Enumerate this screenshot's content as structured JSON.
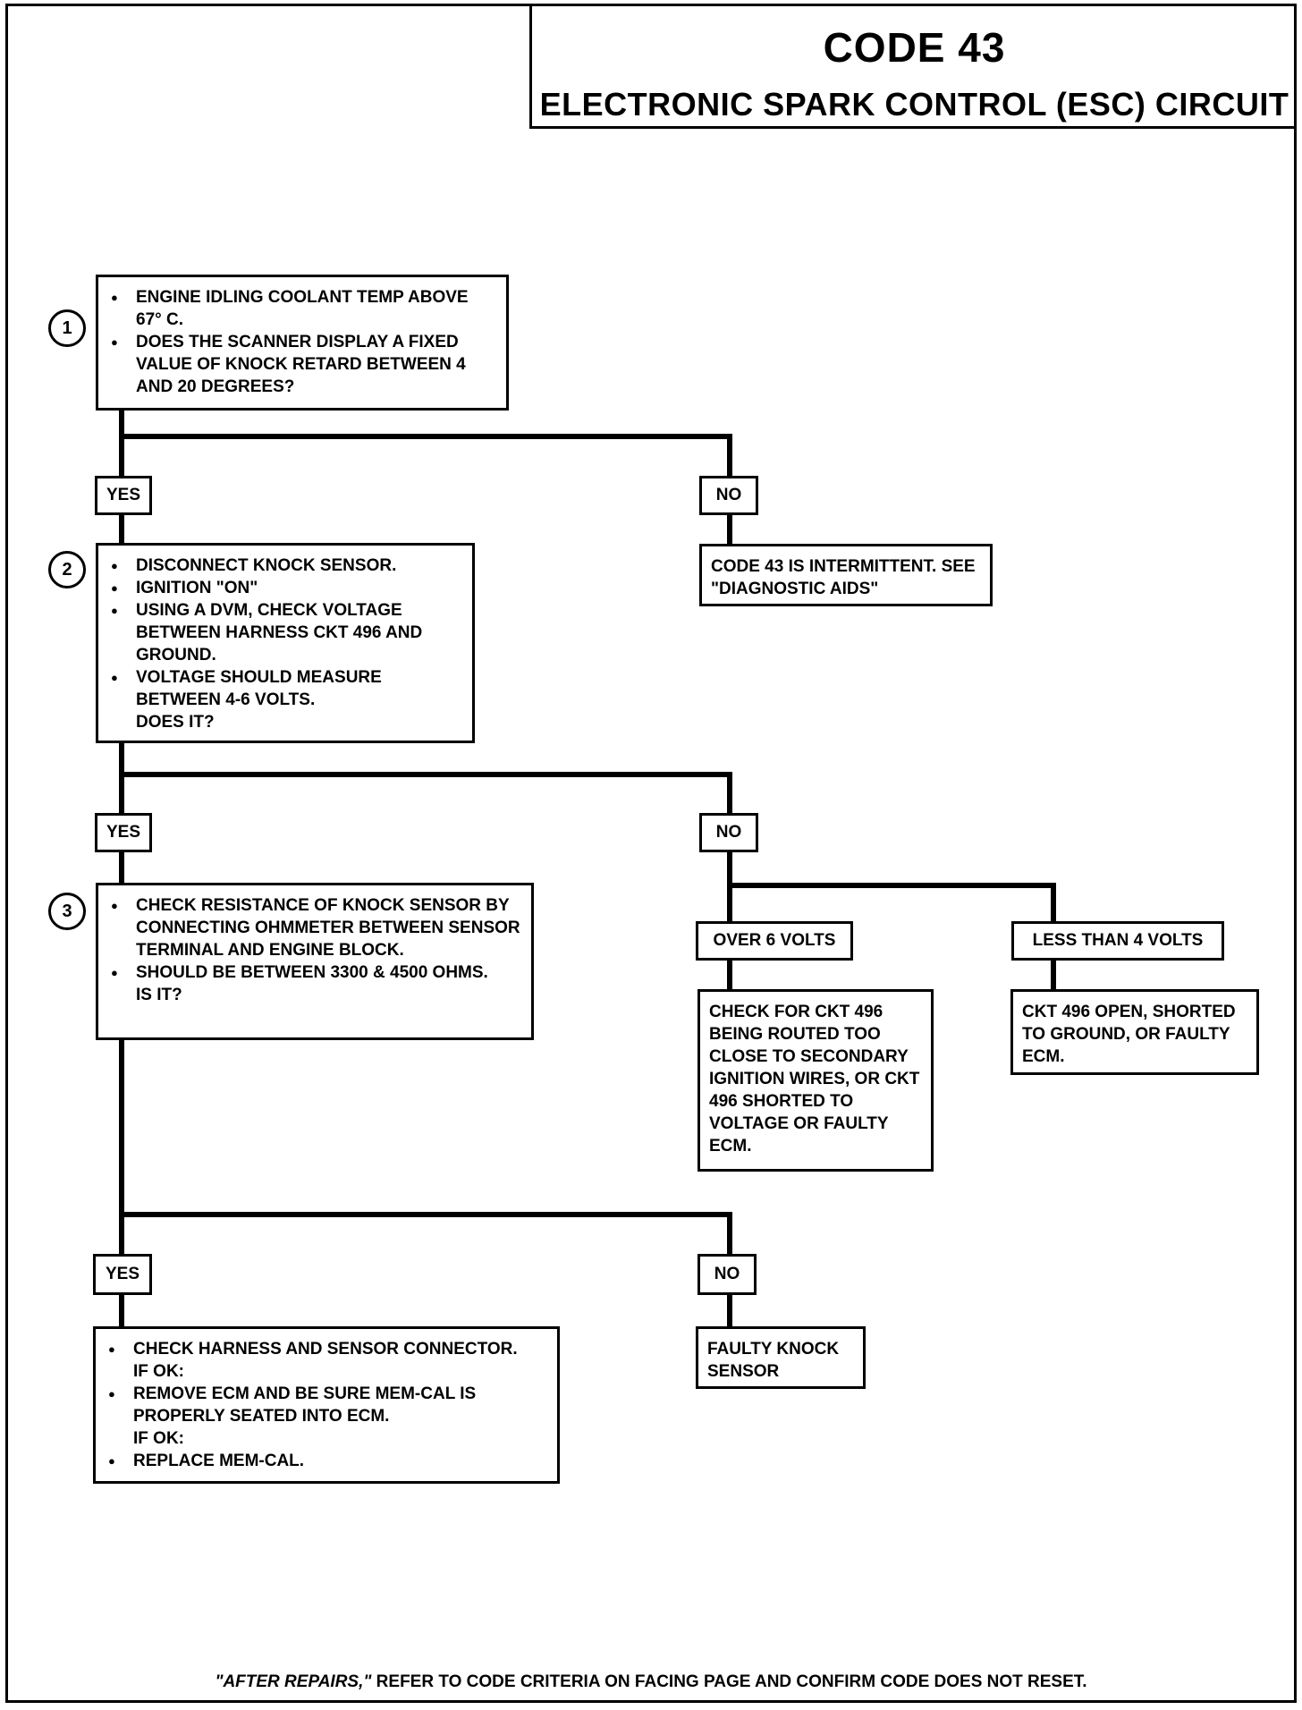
{
  "title": {
    "code": "CODE 43",
    "main": "ELECTRONIC SPARK CONTROL (ESC) CIRCUIT"
  },
  "steps": [
    {
      "number": "1",
      "items": [
        "ENGINE IDLING COOLANT TEMP ABOVE 67° C.",
        "DOES THE SCANNER DISPLAY A FIXED VALUE OF KNOCK RETARD BETWEEN 4 AND 20 DEGREES?"
      ]
    },
    {
      "number": "2",
      "items": [
        "DISCONNECT KNOCK SENSOR.",
        "IGNITION \"ON\"",
        "USING A DVM, CHECK VOLTAGE BETWEEN HARNESS CKT 496 AND GROUND.",
        "VOLTAGE SHOULD MEASURE BETWEEN 4-6 VOLTS."
      ],
      "question": "DOES IT?"
    },
    {
      "number": "3",
      "items": [
        "CHECK RESISTANCE OF KNOCK SENSOR BY CONNECTING OHMMETER BETWEEN SENSOR TERMINAL AND ENGINE BLOCK.",
        "SHOULD BE BETWEEN 3300 & 4500 OHMS."
      ],
      "question": "IS IT?"
    }
  ],
  "labels": {
    "yes": "YES",
    "no": "NO",
    "over6": "OVER 6 VOLTS",
    "less4": "LESS THAN 4 VOLTS"
  },
  "results": {
    "intermittent": "CODE 43 IS INTERMITTENT. SEE \"DIAGNOSTIC AIDS\"",
    "over6": "CHECK FOR CKT 496 BEING ROUTED TOO CLOSE TO SECONDARY IGNITION WIRES, OR CKT 496 SHORTED TO VOLTAGE OR FAULTY ECM.",
    "less4": "CKT 496 OPEN, SHORTED TO GROUND, OR FAULTY ECM.",
    "faulty_sensor": "FAULTY KNOCK SENSOR",
    "final": {
      "item1": "CHECK HARNESS AND SENSOR CONNECTOR.",
      "ifok1": "IF OK:",
      "item2": "REMOVE ECM AND BE SURE MEM-CAL IS PROPERLY SEATED INTO ECM.",
      "ifok2": "IF OK:",
      "item3": "REPLACE MEM-CAL."
    }
  },
  "footer": {
    "emphasis": "\"AFTER REPAIRS,\"",
    "text": " REFER TO CODE CRITERIA ON FACING PAGE AND CONFIRM CODE DOES NOT RESET."
  }
}
